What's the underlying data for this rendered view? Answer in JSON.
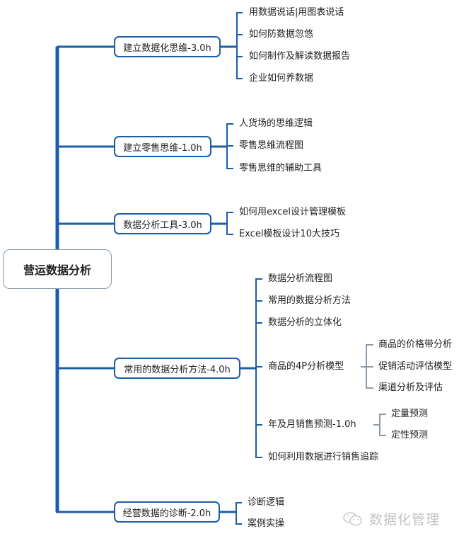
{
  "root": {
    "label": "营运数据分析"
  },
  "branches": [
    {
      "label": "建立数据化思维-3.0h",
      "children": [
        {
          "label": "用数据说话|用图表说话"
        },
        {
          "label": "如何防数据忽悠"
        },
        {
          "label": "如何制作及解读数据报告"
        },
        {
          "label": "企业如何养数据"
        }
      ]
    },
    {
      "label": "建立零售思维-1.0h",
      "children": [
        {
          "label": "人货场的思维逻辑"
        },
        {
          "label": "零售思维流程图"
        },
        {
          "label": "零售思维的辅助工具"
        }
      ]
    },
    {
      "label": "数据分析工具-3.0h",
      "children": [
        {
          "label": "如何用excel设计管理模板"
        },
        {
          "label": "Excel模板设计10大技巧"
        }
      ]
    },
    {
      "label": "常用的数据分析方法-4.0h",
      "children": [
        {
          "label": "数据分析流程图"
        },
        {
          "label": "常用的数据分析方法"
        },
        {
          "label": "数据分析的立体化"
        },
        {
          "label": "商品的4P分析模型",
          "children": [
            {
              "label": "商品的价格带分析"
            },
            {
              "label": "促销活动评估模型"
            },
            {
              "label": "渠道分析及评估"
            }
          ]
        },
        {
          "label": "年及月销售预测-1.0h",
          "children": [
            {
              "label": "定量预测"
            },
            {
              "label": "定性预测"
            }
          ]
        },
        {
          "label": "如何利用数据进行销售追踪"
        }
      ]
    },
    {
      "label": "经营数据的诊断-2.0h",
      "children": [
        {
          "label": "诊断逻辑"
        },
        {
          "label": "案例实操"
        }
      ]
    }
  ],
  "watermark": {
    "label": "数据化管理",
    "icon": "wechat-icon"
  },
  "colors": {
    "primary_line": "#1a5ea8",
    "secondary_line": "#8a9aa8",
    "watermark": "#c3c3c3"
  }
}
